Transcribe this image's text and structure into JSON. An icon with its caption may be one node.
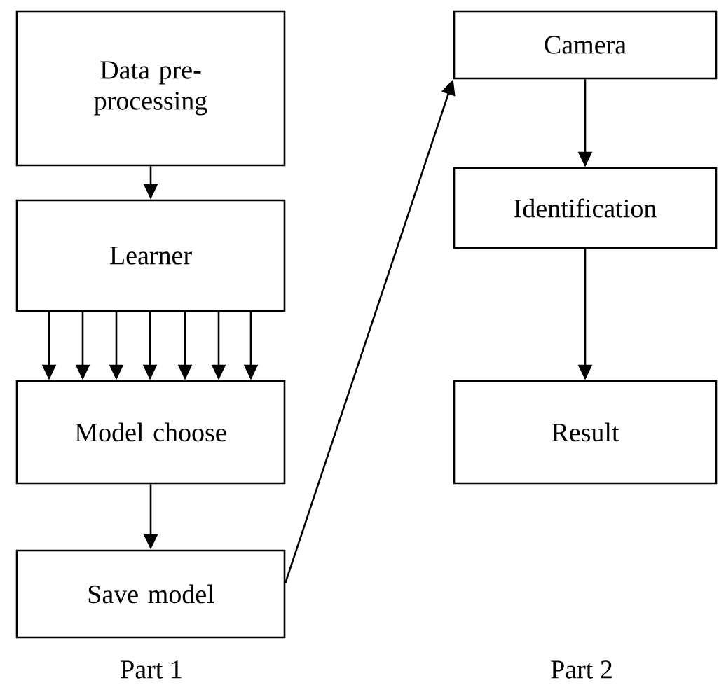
{
  "diagram": {
    "nodes": [
      {
        "text": [
          "Data pre-processing"
        ]
      },
      {
        "text": [
          "Learner"
        ]
      },
      {
        "text": [
          "Model choose"
        ]
      },
      {
        "text": [
          "Save model"
        ]
      },
      {
        "text": [
          "Camera"
        ]
      },
      {
        "text": [
          "Identification"
        ]
      },
      {
        "text": [
          "Result"
        ]
      }
    ],
    "edges": [
      {
        "from": 0,
        "to": 1,
        "arrow": "to"
      },
      {
        "from": 1,
        "to": 2,
        "arrow": "to"
      },
      {
        "from": 1,
        "to": 2,
        "arrow": "to"
      },
      {
        "from": 1,
        "to": 2,
        "arrow": "to"
      },
      {
        "from": 1,
        "to": 2,
        "arrow": "to"
      },
      {
        "from": 1,
        "to": 2,
        "arrow": "to"
      },
      {
        "from": 1,
        "to": 2,
        "arrow": "to"
      },
      {
        "from": 1,
        "to": 2,
        "arrow": "to"
      },
      {
        "from": 2,
        "to": 3,
        "arrow": "to"
      },
      {
        "from": 3,
        "to": 4,
        "arrow": "to"
      },
      {
        "from": 4,
        "to": 5,
        "arrow": "to"
      },
      {
        "from": 5,
        "to": 6,
        "arrow": "to"
      }
    ],
    "labels": [
      "Part 1",
      "Part 2"
    ]
  }
}
